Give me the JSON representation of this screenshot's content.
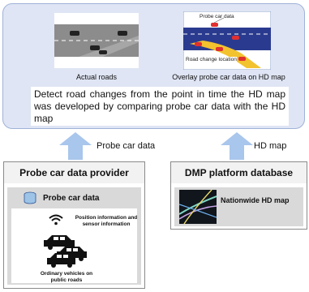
{
  "top": {
    "actual_roads_caption": "Actual roads",
    "overlay_caption": "Overlay probe car data on HD map",
    "probe_car_data_label": "Probe car data",
    "road_change_label": "Road change location",
    "description": "Detect road changes from the point in time the HD map was developed by comparing probe car data with the HD map"
  },
  "arrows": {
    "left_label": "Probe car data",
    "right_label": "HD map"
  },
  "provider": {
    "title": "Probe car data provider",
    "item_label": "Probe car data",
    "wifi_text": "Position information and sensor information",
    "cars_text": "Ordinary vehicles on public roads"
  },
  "dmp": {
    "title": "DMP platform database",
    "map_label": "Nationwide HD map"
  },
  "colors": {
    "panel_fill": "#dfe5f4",
    "arrow_fill": "#a9c6ec",
    "road_change": "#f2c22f",
    "probe_car": "#e03030"
  }
}
